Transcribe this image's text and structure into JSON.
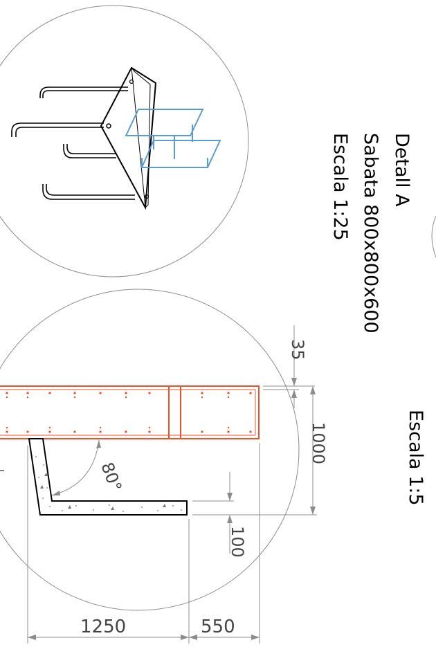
{
  "title": {
    "detail": "Detall A",
    "sabata": "Sabata 800x800x600",
    "scale_detail": "Escala 1:25",
    "scale_main": "Escala 1:5"
  },
  "dimensions": {
    "d35": "35",
    "d1000": "1000",
    "d100": "100",
    "d1250": "1250",
    "d550": "550",
    "angle": "80°"
  },
  "colors": {
    "steel_beam": "#e8532a",
    "steel_profile": "#5b9bd5",
    "line": "#000000",
    "circle": "#8c8c8c",
    "dimension": "#8c8c8c"
  }
}
